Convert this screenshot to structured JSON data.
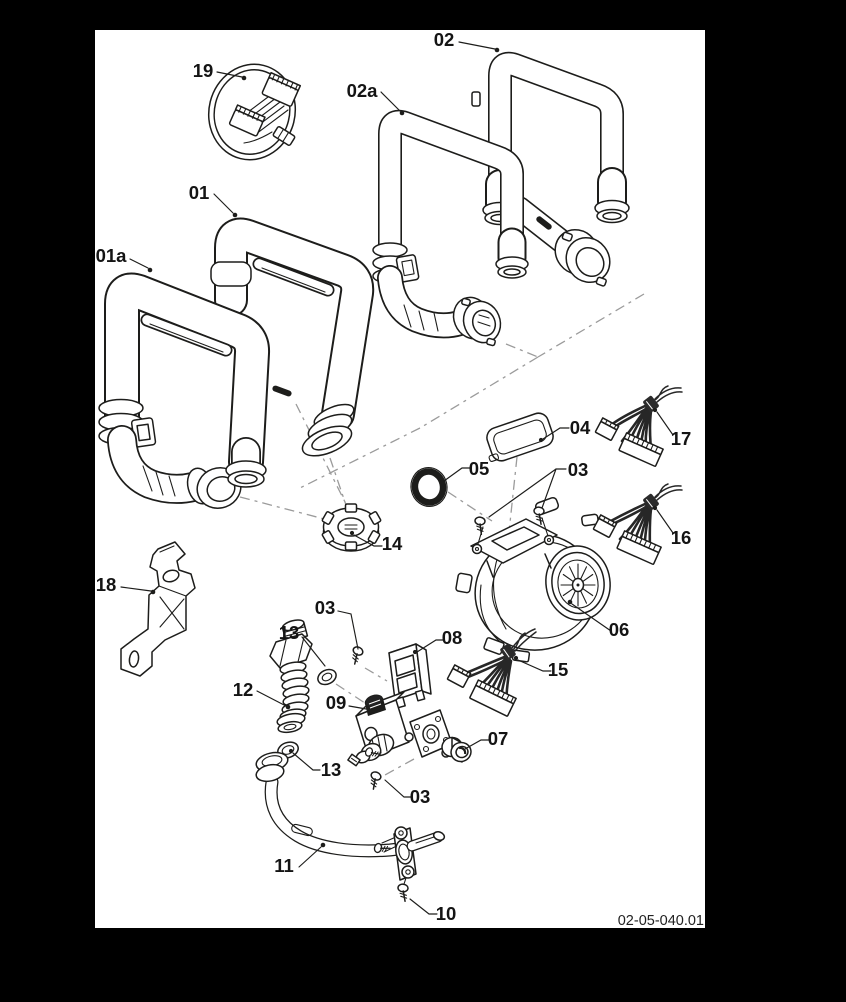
{
  "document": {
    "kind": "exploded-parts-diagram",
    "drawing_number": "02-05-040.01",
    "canvas_color": "#000000",
    "page_color": "#ffffff",
    "line_color": "#1d1d1b"
  },
  "callouts": [
    {
      "part": "19",
      "text": "19"
    },
    {
      "part": "02",
      "text": "02"
    },
    {
      "part": "02a",
      "text": "02a"
    },
    {
      "part": "01",
      "text": "01"
    },
    {
      "part": "01a",
      "text": "01a"
    },
    {
      "part": "04",
      "text": "04"
    },
    {
      "part": "17",
      "text": "17"
    },
    {
      "part": "05",
      "text": "05"
    },
    {
      "part": "03",
      "text": "03"
    },
    {
      "part": "16",
      "text": "16"
    },
    {
      "part": "14",
      "text": "14"
    },
    {
      "part": "18",
      "text": "18"
    },
    {
      "part": "03",
      "text": "03"
    },
    {
      "part": "13",
      "text": "13"
    },
    {
      "part": "08",
      "text": "08"
    },
    {
      "part": "06",
      "text": "06"
    },
    {
      "part": "12",
      "text": "12"
    },
    {
      "part": "09",
      "text": "09"
    },
    {
      "part": "15",
      "text": "15"
    },
    {
      "part": "07",
      "text": "07"
    },
    {
      "part": "13",
      "text": "13"
    },
    {
      "part": "03",
      "text": "03"
    },
    {
      "part": "11",
      "text": "11"
    },
    {
      "part": "10",
      "text": "10"
    }
  ]
}
